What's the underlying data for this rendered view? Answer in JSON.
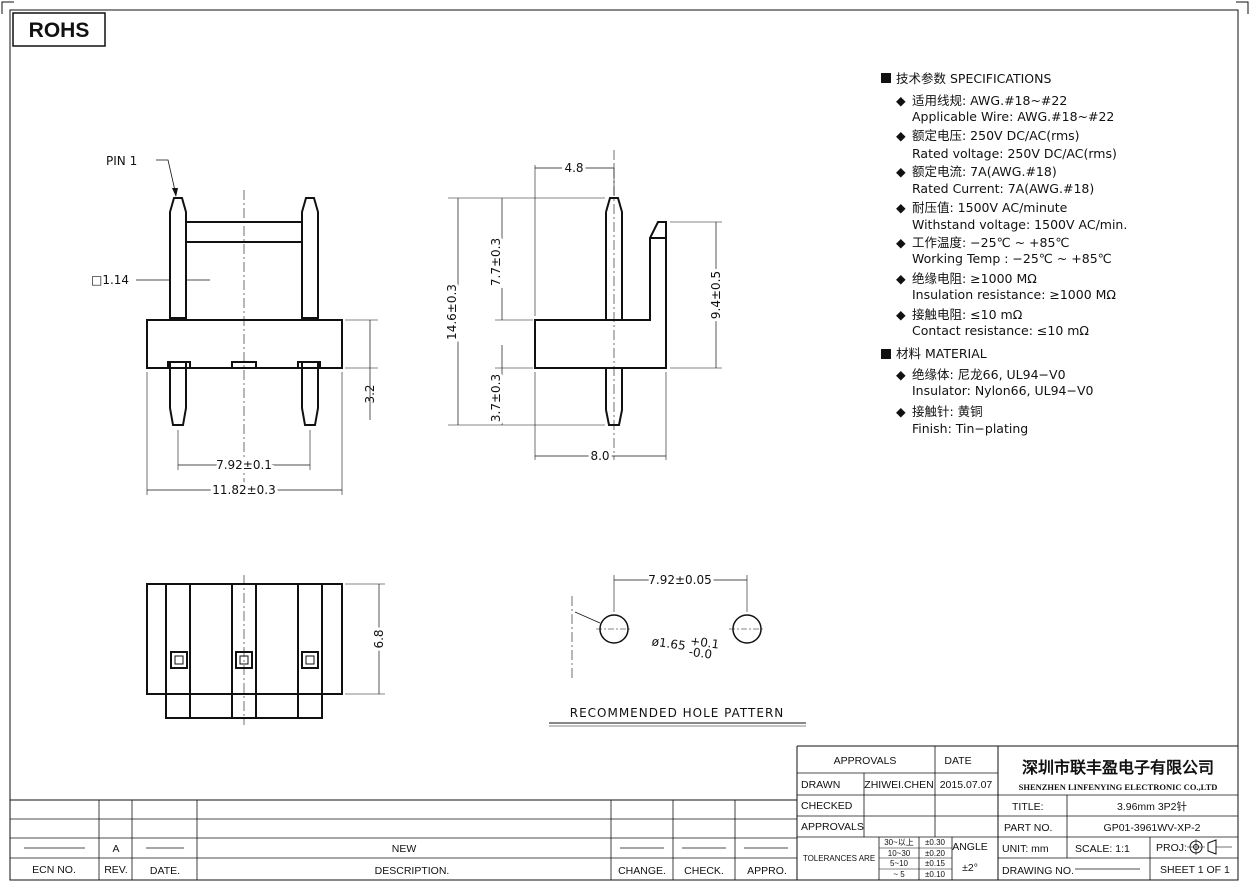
{
  "rohs": "ROHS",
  "front_view": {
    "pin1": "PIN 1",
    "pin_size": "□1.14",
    "pitch": "7.92±0.1",
    "width": "11.82±0.3",
    "height": "3.2"
  },
  "side_view": {
    "top_width": "4.8",
    "total_height": "14.6±0.3",
    "upper": "7.7±0.3",
    "lower": "3.7±0.3",
    "right_height": "9.4±0.5",
    "bottom_width": "8.0"
  },
  "bottom_view": {
    "depth": "6.8"
  },
  "hole_pattern": {
    "pitch": "7.92±0.05",
    "diameter": "ø1.65",
    "tol_plus": "+0.1",
    "tol_minus": "-0.0",
    "caption": "RECOMMENDED HOLE PATTERN"
  },
  "specs": {
    "heading": "技术参数  SPECIFICATIONS",
    "items": [
      {
        "cn": "适用线规:  AWG.#18~#22",
        "en": "Applicable Wire:  AWG.#18~#22"
      },
      {
        "cn": "额定电压:  250V DC/AC(rms)",
        "en": "Rated voltage: 250V DC/AC(rms)"
      },
      {
        "cn": "额定电流:  7A(AWG.#18)",
        "en": "Rated Current:  7A(AWG.#18)"
      },
      {
        "cn": "耐压值:  1500V AC/minute",
        "en": "Withstand voltage: 1500V AC/min."
      },
      {
        "cn": "工作温度:  −25℃ ~ +85℃",
        "en": "Working Temp : −25℃ ~ +85℃"
      },
      {
        "cn": "绝缘电阻:    ≥1000 MΩ",
        "en": "Insulation resistance:  ≥1000 MΩ"
      },
      {
        "cn": "接触电阻:  ≤10 mΩ",
        "en": "Contact resistance:  ≤10 mΩ"
      }
    ],
    "material_heading": "材料  MATERIAL",
    "material_items": [
      {
        "cn": "绝缘体:  尼龙66, UL94−V0",
        "en": "Insulator: Nylon66, UL94−V0"
      },
      {
        "cn": "接触针:  黄铜",
        "en": "Finish: Tin−plating"
      }
    ]
  },
  "title_block": {
    "approvals": "APPROVALS",
    "date": "DATE",
    "drawn": "DRAWN",
    "drawn_by": "ZHIWEI.CHEN",
    "drawn_date": "2015.07.07",
    "checked": "CHECKED",
    "approvals2": "APPROVALS",
    "company_cn": "深圳市联丰盈电子有限公司",
    "company_en": "SHENZHEN LINFENYING ELECTRONIC CO.,LTD",
    "title_label": "TITLE:",
    "title_value": "3.96mm 3P2针",
    "part_label": "PART NO.",
    "part_value": "GP01-3961WV-XP-2",
    "tolerances": "TOLERANCES ARE",
    "tol_rows": [
      {
        "range": "30~以上",
        "tol": "±0.30"
      },
      {
        "range": "10~30",
        "tol": "±0.20"
      },
      {
        "range": "5~10",
        "tol": "±0.15"
      },
      {
        "range": "~ 5",
        "tol": "±0.10"
      }
    ],
    "angle": "ANGLE",
    "angle_tol": "±2°",
    "unit": "UNIT:  mm",
    "scale": "SCALE:   1:1",
    "proj": "PROJ:",
    "drawing_no": "DRAWING NO.",
    "sheet": "SHEET   1  OF  1"
  },
  "revision": {
    "rev_value": "A",
    "desc_value": "NEW",
    "ecn": "ECN  NO.",
    "rev": "REV.",
    "date": "DATE.",
    "description": "DESCRIPTION.",
    "change": "CHANGE.",
    "check": "CHECK.",
    "appro": "APPRO."
  }
}
